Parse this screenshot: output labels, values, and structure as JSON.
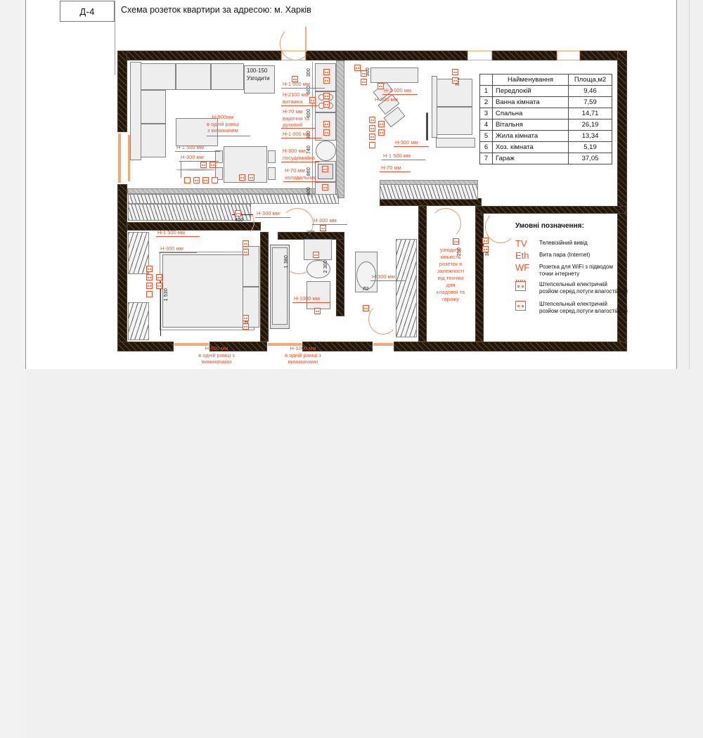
{
  "sheet": {
    "code": "Д-4",
    "title": "Схема розеток квартири за адресою: м. Харків"
  },
  "room_table": {
    "headers": [
      "",
      "Найменування",
      "Площа,м2"
    ],
    "rows": [
      {
        "num": "1",
        "name": "Передлокій",
        "area": "9,46"
      },
      {
        "num": "2",
        "name": "Ванна кімната",
        "area": "7,59"
      },
      {
        "num": "3",
        "name": "Спальна",
        "area": "14,71"
      },
      {
        "num": "4",
        "name": "Вітальня",
        "area": "26,19"
      },
      {
        "num": "5",
        "name": "Жила кімната",
        "area": "13,34"
      },
      {
        "num": "6",
        "name": "Хоз. кімната",
        "area": "5,19"
      },
      {
        "num": "7",
        "name": "Гараж",
        "area": "37,05"
      }
    ]
  },
  "legend": {
    "title": "Умовні позначення:",
    "items": [
      {
        "symbol": "TV",
        "text": "Телевізійний вивід"
      },
      {
        "symbol": "Eth",
        "text": "Вита пара (Internet)"
      },
      {
        "symbol": "WF",
        "text": "Розетка для WiFi з підводом\nточки інтернету"
      },
      {
        "symbol": "socket-waterproof-1",
        "text": "Штепсельный електричкій\nрозйом серед.потуги влагостійкий"
      },
      {
        "symbol": "socket-waterproof-2",
        "text": "Штепсельный електричкій\nрозйом серед.потуги влагостійкий"
      }
    ]
  },
  "annotations": {
    "a_100_150": "100-150",
    "a_uzgodyty": "Узгодити",
    "a_h900": "Н-900мм\nв одній рамці\nз вимикачем",
    "a_h1500_left": "Н-1 500 мм",
    "a_h300_left": "Н-300 мм",
    "a_h1000_k1": "Н-1 000 мм",
    "a_h2100": "Н-2100 мм\nвитяжка",
    "a_h70_hob": "Н-70 мм\nварочна та\nдуховий",
    "a_h1000_k2": "Н-1 000 мм",
    "a_h300_dish": "Н-300 мм\nпосудомийна",
    "a_h70_fridge": "Н-70 мм\nхолодильник",
    "a_h1000_din": "Н-1 000 мм",
    "a_h300_din": "Н-300 мм",
    "a_h300_r": "Н-300 мм",
    "a_h1500_r": "Н-1 500 мм",
    "a_h70_r": "Н-70 мм",
    "a_h300_hall": "Н-300 мм",
    "a_h300_bath": "Н-300 мм",
    "a_h1500_bed": "Н-1 500 мм",
    "a_h300_bed": "Н-300 мм",
    "a_h1000_bath": "Н-1000 мм",
    "a_h300_wc": "Н-300 мм",
    "a_h600_bottom": "Н-600 мм\nв одній рамці з\nвимикачами",
    "a_h1000_bottom": "Н-1000 мм\nв одній рамці з\nвимикачами",
    "a_store_note": "узгодити\nкількість\nрозеток в\nзалежності\nвід техніки\nдля\nкладової та\nгаражу",
    "label_l2": "Л2"
  },
  "dimensions": {
    "d300a": "300",
    "d600a": "600",
    "d600b": "600",
    "d300b": "300",
    "d740": "740",
    "d860": "860",
    "d400v": "400",
    "d300_din": "300",
    "d300_right": "300",
    "d400_h": "400",
    "d200_h": "200",
    "d1380": "1 380",
    "d2300": "2 300",
    "d1530": "1 530",
    "d335": "335",
    "d250": "250",
    "d300_gar": "300"
  },
  "colors": {
    "accent": "#f4502a",
    "wall": "#241708",
    "opening": "#f7a878",
    "ink": "#111111"
  }
}
